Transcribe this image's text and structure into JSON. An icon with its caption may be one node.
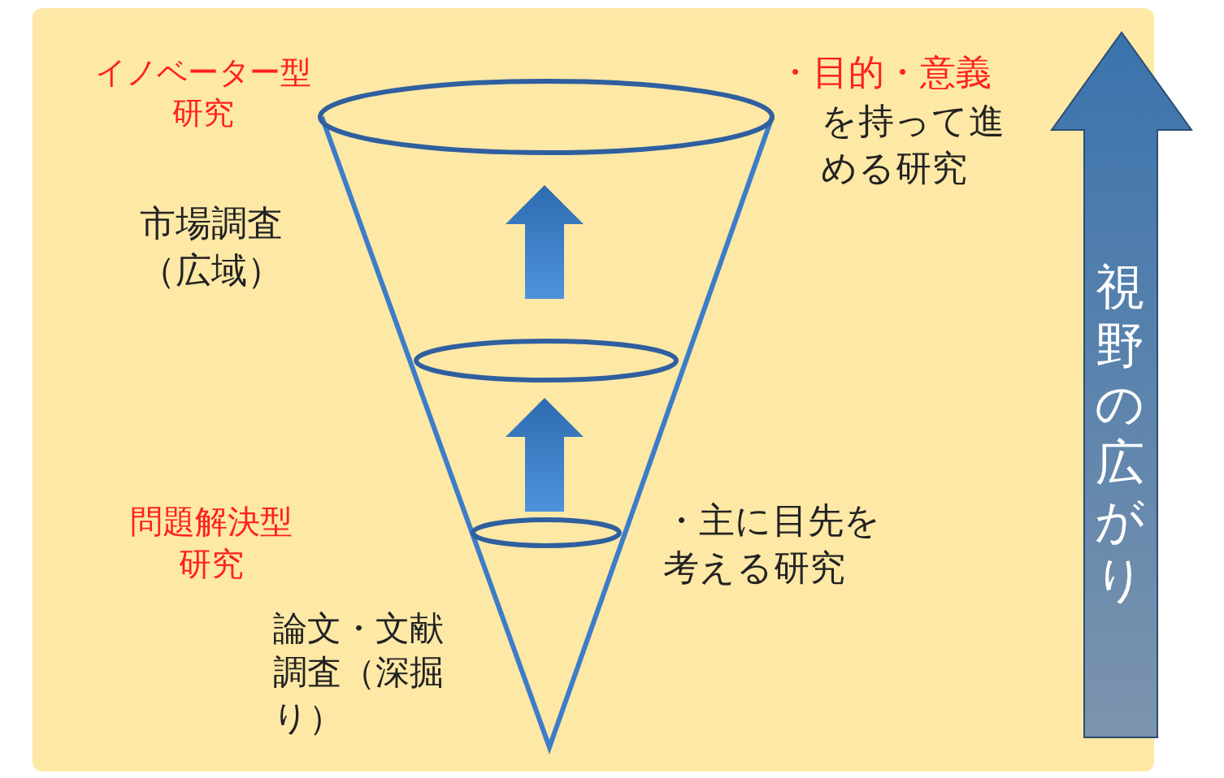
{
  "diagram": {
    "nodes": [
      {
        "text": [
          "視野の広がり"
        ]
      }
    ],
    "labels": [
      "イノベーター型研究",
      "・目的・意義",
      "を持って進める研究",
      "市場調査（広域）",
      "問題解決型研究",
      "・主に目先を考える研究",
      "論文・文献調査（深掘り）"
    ]
  }
}
